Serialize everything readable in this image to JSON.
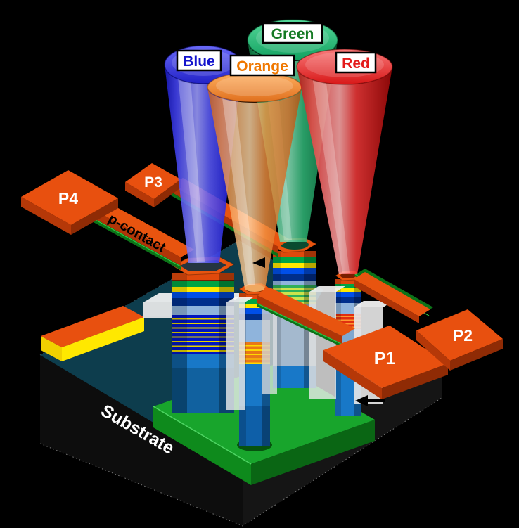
{
  "figure": {
    "emission_labels": {
      "blue": "Blue",
      "orange": "Orange",
      "green": "Green",
      "red": "Red"
    },
    "pads": {
      "p1": "P1",
      "p2": "P2",
      "p3": "P3",
      "p4": "P4"
    },
    "p_contact_label": "p-contact",
    "substrate_label": "Substrate",
    "label_text_colors": {
      "blue": "#1414cc",
      "orange": "#f07800",
      "green": "#157a24",
      "red": "#e31b1b"
    },
    "palette": {
      "pad_orange_top": "#e8500f",
      "pad_side_left": "#b53808",
      "pad_side_right": "#8f2b05",
      "trace_green_underside": "#0c7318",
      "n_gan_slab_green": "#18a52c",
      "buffer_teal_top": "#0d3d4d",
      "substrate_black": "#0d0d0d",
      "planarization_white": "#ededed",
      "pillar_body_blue": "#1878c8",
      "pillar_body_light": "#8fb4dc",
      "mqw_navy": "#0016c0",
      "mqw_yellow": "#e8d400",
      "stack_green": "#00a443",
      "stack_yellow": "#ffe800",
      "stack_blue": "#004fe8",
      "stack_navy": "#002f8c",
      "cone_blue": "#3c3cf0",
      "cone_orange": "#f09040",
      "cone_green": "#2cb878",
      "cone_red": "#f04848",
      "n_contact_yellow": "#ffe800"
    }
  }
}
